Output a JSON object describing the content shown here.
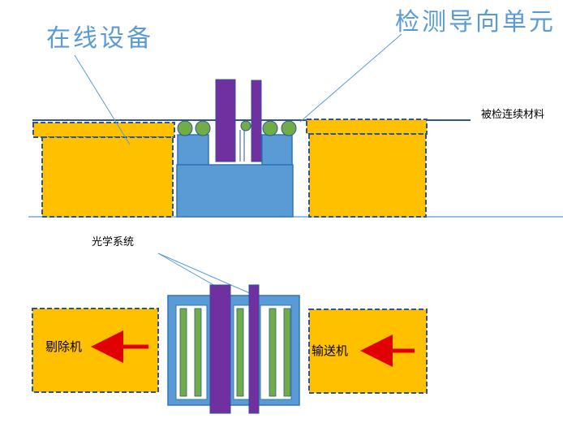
{
  "labels": {
    "online_equipment": "在线设备",
    "detection_guide_unit": "检测导向单元",
    "inspected_material": "被检连续材料",
    "optical_system": "光学系统",
    "rejector": "剔除机",
    "conveyor": "输送机"
  },
  "colors": {
    "equipment_fill": "#ffc000",
    "equipment_border": "#2f5597",
    "guide_unit_fill": "#5b9bd5",
    "guide_unit_border": "#2e75b6",
    "optical_bar": "#7030a0",
    "roller": "#70ad47",
    "arrow": "#e00000",
    "title_text": "#5b9bd5",
    "callout_line": "#5b9bd5"
  },
  "icons": {
    "arrow": "left-arrow-icon",
    "roller": "roller-icon"
  }
}
